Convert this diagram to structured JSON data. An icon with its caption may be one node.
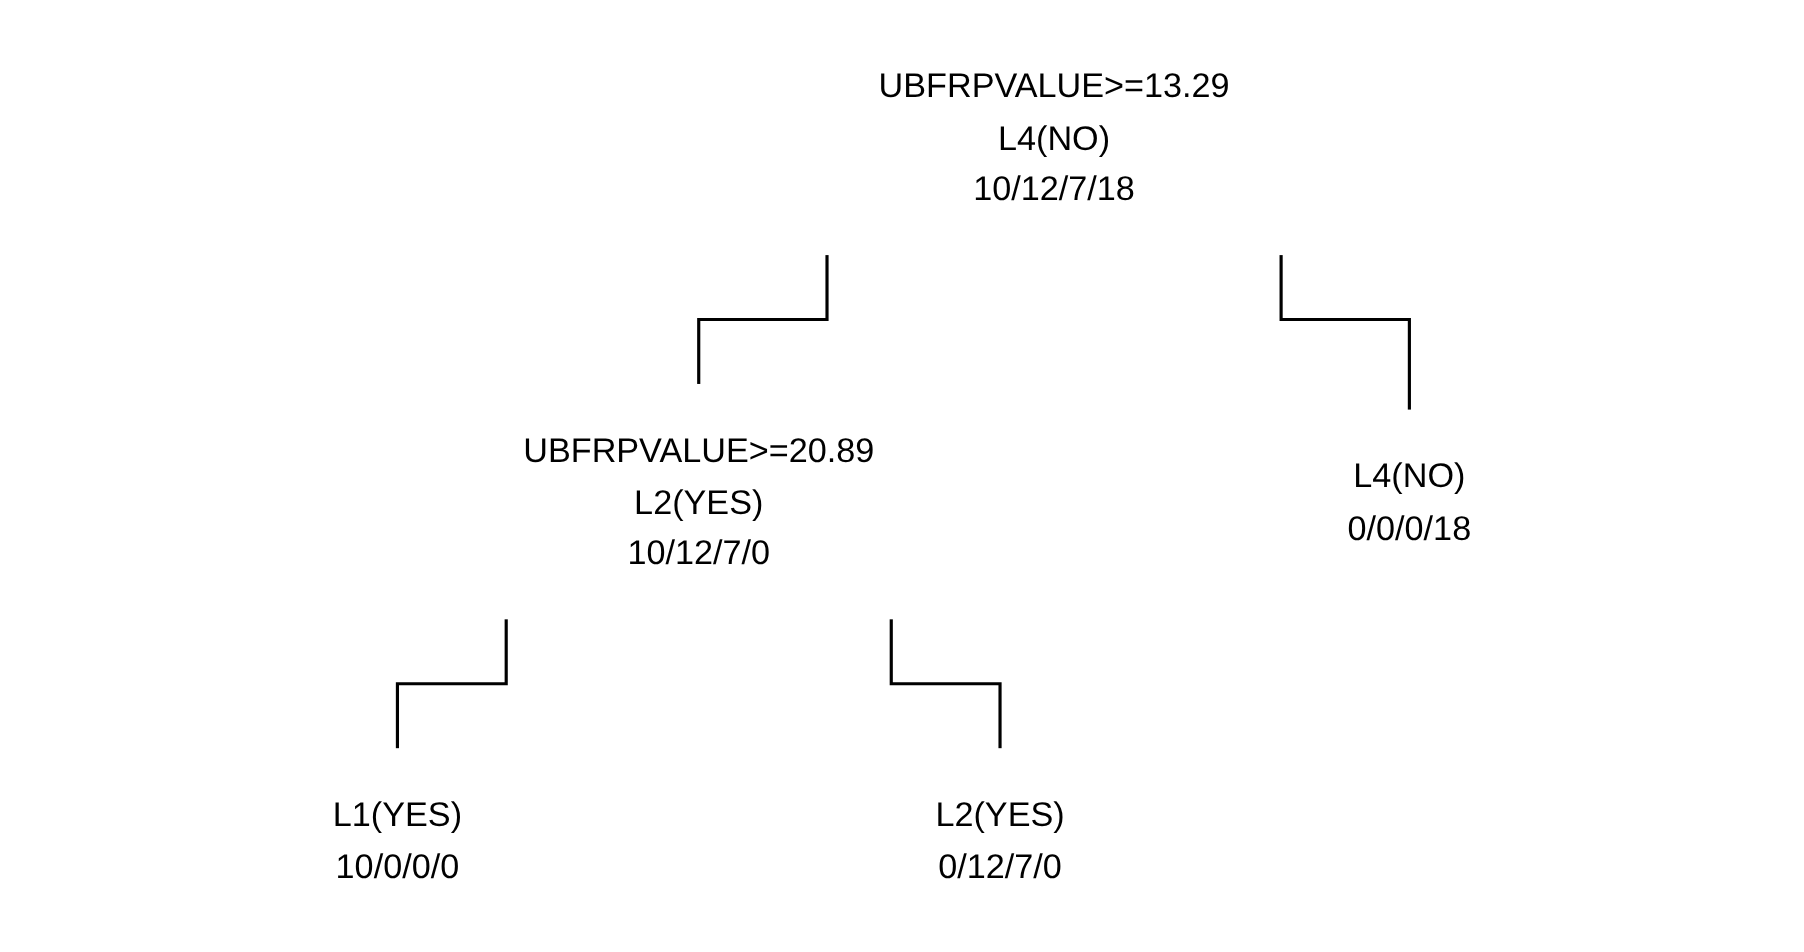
{
  "diagram": {
    "nodes": [
      {
        "text": [
          "UBFRPVALUE>=13.29",
          "L4(NO)",
          "10/12/7/18"
        ]
      },
      {
        "text": [
          "UBFRPVALUE>=20.89",
          "L2(YES)",
          "10/12/7/0"
        ]
      },
      {
        "text": [
          "L1(YES)",
          "10/0/0/0"
        ]
      },
      {
        "text": [
          "L2(YES)",
          "0/12/7/0"
        ]
      },
      {
        "text": [
          "L4(NO)",
          "0/0/0/18"
        ]
      }
    ],
    "edges": [
      {
        "from": 0,
        "to": 1,
        "arrow": "none"
      },
      {
        "from": 0,
        "to": 4,
        "arrow": "none"
      },
      {
        "from": 1,
        "to": 2,
        "arrow": "none"
      },
      {
        "from": 1,
        "to": 3,
        "arrow": "none"
      }
    ]
  }
}
